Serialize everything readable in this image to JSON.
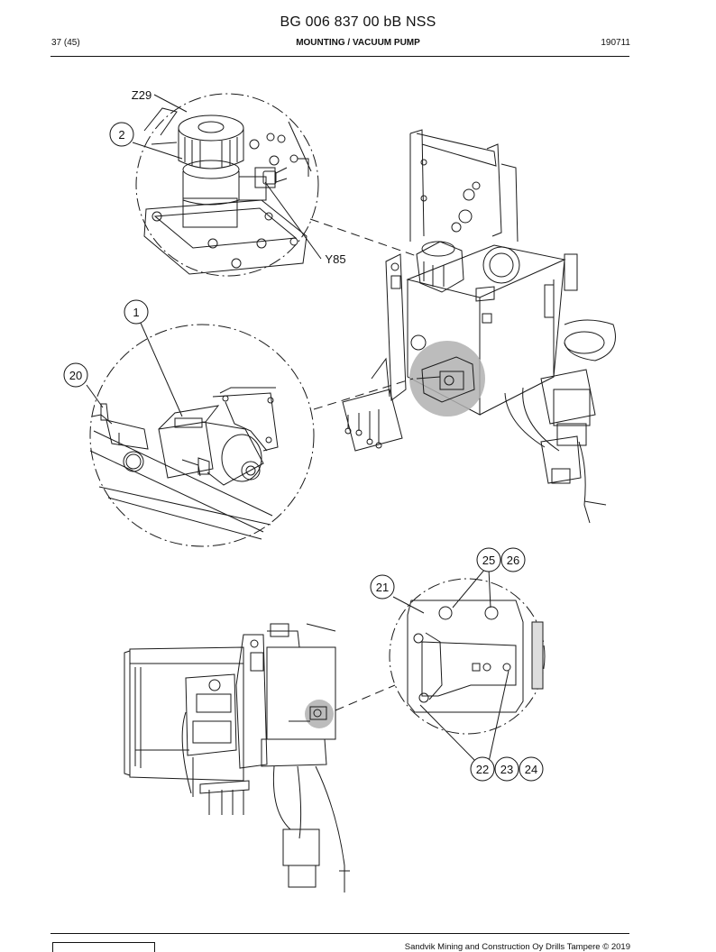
{
  "header": {
    "doc_id": "BG 006 837 00 bB NSS",
    "page": "37 (45)",
    "section": "MOUNTING / VACUUM PUMP",
    "date": "190711"
  },
  "callouts": {
    "z29": "Z29",
    "c2": "2",
    "y85": "Y85",
    "c1": "1",
    "c20": "20",
    "c21": "21",
    "c25": "25",
    "c26": "26",
    "c22": "22",
    "c23": "23",
    "c24": "24"
  },
  "footer": {
    "copyright": "Sandvik Mining and Construction Oy Drills Tampere © 2019"
  },
  "colors": {
    "line": "#1a1a1a",
    "highlight": "#b0b0b0"
  }
}
